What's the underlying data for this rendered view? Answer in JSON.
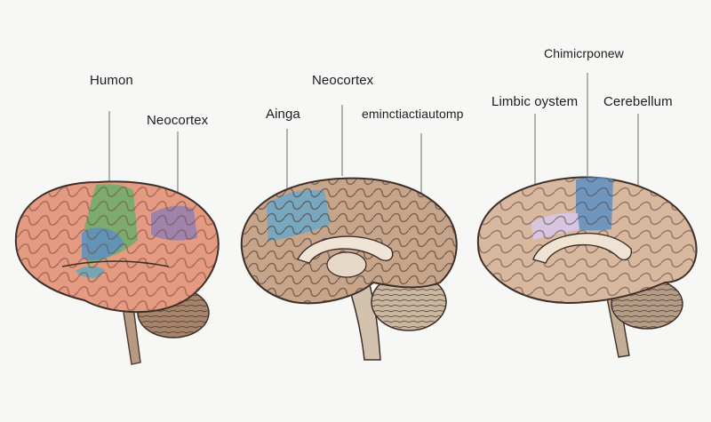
{
  "diagram": {
    "panels": [
      {
        "name": "human-brain",
        "labels": [
          "Humon",
          "Neocortex"
        ]
      },
      {
        "name": "sagittal-brain",
        "labels": [
          "Ainga",
          "Neocortex",
          "eminctiactiautomp"
        ]
      },
      {
        "name": "limbic-brain",
        "labels": [
          "Chimicrponew",
          "Limbic oystem",
          "Cerebellum"
        ]
      }
    ],
    "colors": {
      "cortex_salmon": "#e59a82",
      "cortex_tan": "#c7a58b",
      "cortex_beige": "#d9b8a0",
      "region_green": "#6fae6a",
      "region_blue": "#5b8fc4",
      "region_teal": "#6aa7b8",
      "region_purple": "#8d7db8",
      "region_lavender": "#d8c5e6",
      "outline": "#3e2f28",
      "leader": "#6b6b6b"
    }
  }
}
